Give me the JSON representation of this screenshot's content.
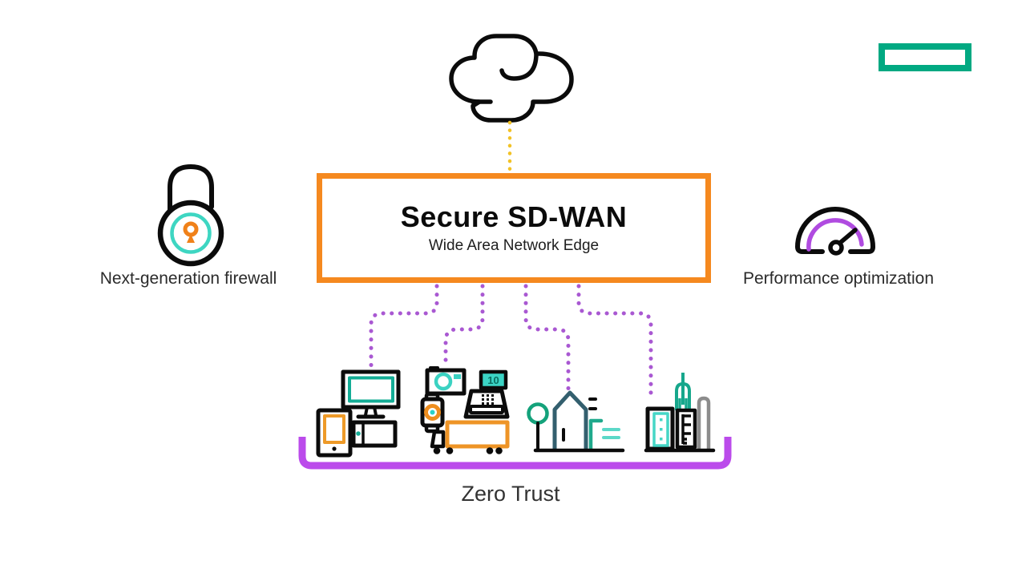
{
  "brand": {
    "logo_icon": "hpe-element-logo",
    "logo_color": "#01A982"
  },
  "diagram": {
    "cloud_icon": "internet-cloud",
    "box": {
      "title": "Secure SD-WAN",
      "subtitle": "Wide Area Network Edge",
      "border_color": "#F5891F"
    },
    "features": {
      "left": {
        "icon": "padlock-icon",
        "label": "Next-generation firewall"
      },
      "right": {
        "icon": "speedometer-icon",
        "label": "Performance optimization"
      }
    },
    "devices": {
      "group1": [
        "monitor",
        "desktop-unit",
        "tablet"
      ],
      "group2": [
        "camera",
        "smartwatch",
        "cash-register",
        "truck"
      ],
      "group2_register_display": "10",
      "group3": [
        "tree",
        "house",
        "fence"
      ],
      "group4": [
        "office-building",
        "antenna-tower",
        "ladder-building",
        "gray-building"
      ]
    },
    "zero_trust": {
      "label": "Zero Trust",
      "bracket_color": "#BB4BEB"
    },
    "colors": {
      "orange": "#F5891F",
      "device_orange": "#EE9426",
      "green": "#01A982",
      "teal": "#3BD2C2",
      "dark_teal": "#335F6E",
      "purple_links": "#A958D2",
      "gauge_purple": "#B04BE0",
      "link_yellow": "#F2C226",
      "gray": "#8C8C8C"
    }
  }
}
